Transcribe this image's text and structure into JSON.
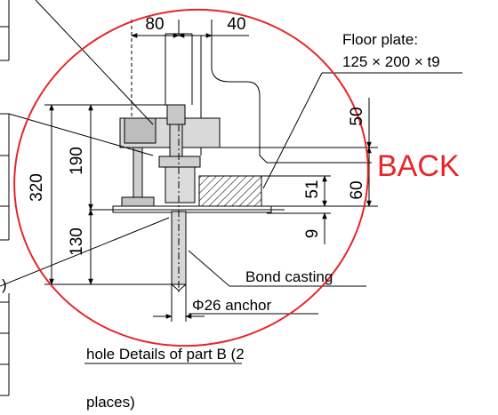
{
  "dimensions": {
    "d80": "80",
    "d40": "40",
    "d320": "320",
    "d190": "190",
    "d130": "130",
    "d50": "50",
    "d51": "51",
    "d60": "60",
    "d9": "9"
  },
  "labels": {
    "floor_plate_line1": "Floor plate:",
    "floor_plate_line2": "125 × 200 × t9",
    "back": "BACK",
    "bond_casting": "Bond casting",
    "anchor": "Φ26 anchor",
    "caption_line1": "hole  Details of part B (2",
    "caption_line2": "places)",
    "side_paren": ")"
  },
  "colors": {
    "ellipse": "#e8252a",
    "back_text": "#e8252a",
    "ink": "#000000"
  }
}
